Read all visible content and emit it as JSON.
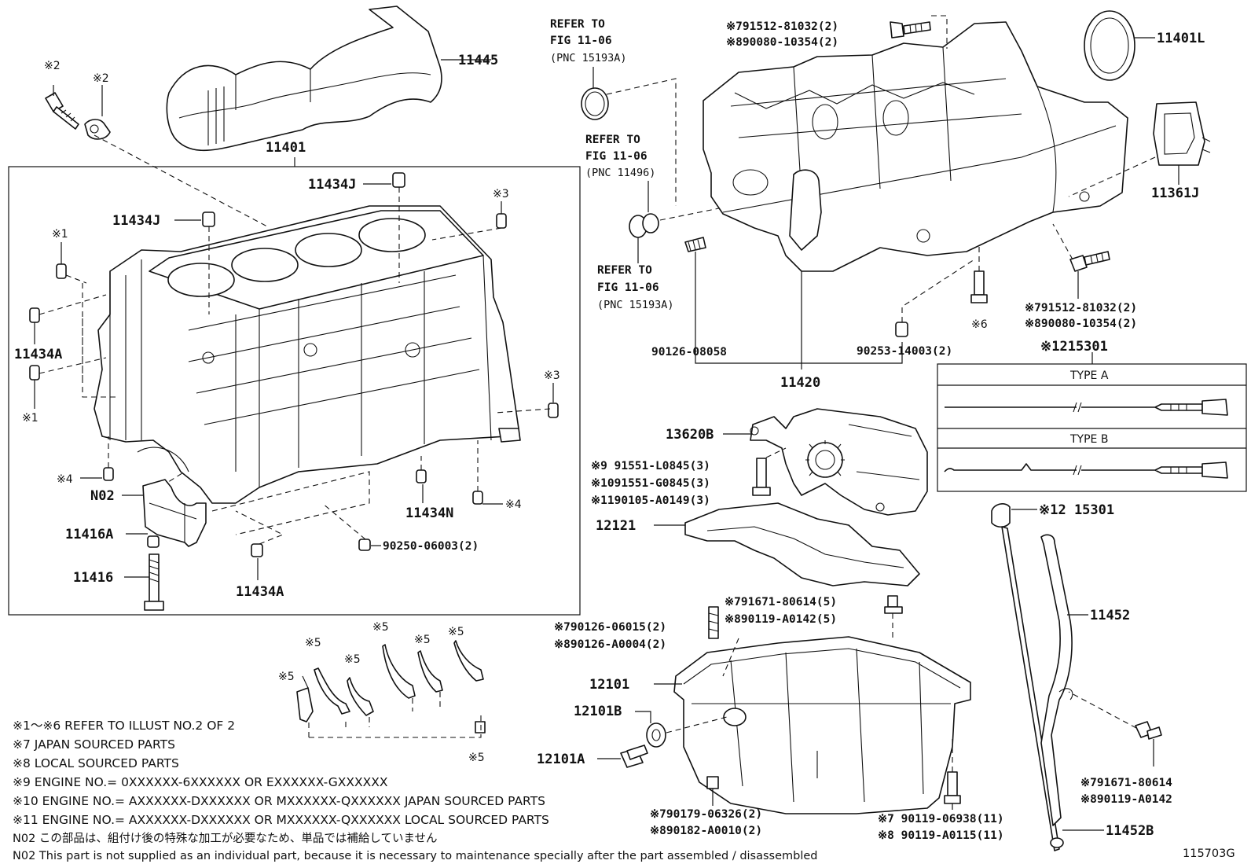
{
  "labels": {
    "p11445": "11445",
    "p11401": "11401",
    "p11434J_1": "11434J",
    "p11434J_2": "11434J",
    "p11434A_1": "11434A",
    "p11434A_2": "11434A",
    "p11434N": "11434N",
    "pN02": "N02",
    "p11416A": "11416A",
    "p11416": "11416",
    "p90250": "90250-06003(2)",
    "p11401L": "11401L",
    "p11361J": "11361J",
    "p11420": "11420",
    "p90126_08058": "90126-08058",
    "p90253": "90253-14003(2)",
    "p13620B": "13620B",
    "p12121": "12121",
    "p12101": "12101",
    "p12101B": "12101B",
    "p12101A": "12101A",
    "p11452": "11452",
    "p11452B": "11452B",
    "p15301_a": "※1215301",
    "p15301_b": "※12 15301",
    "bolt_top_1": "※791512-81032(2)",
    "bolt_top_2": "※890080-10354(2)",
    "bolt_mid_1": "※791512-81032(2)",
    "bolt_mid_2": "※890080-10354(2)",
    "pump_1": "※9 91551-L0845(3)",
    "pump_2": "※1091551-G0845(3)",
    "pump_3": "※1190105-A0149(3)",
    "pan_bolt_1": "※791671-80614(5)",
    "pan_bolt_2": "※890119-A0142(5)",
    "stud_1": "※790126-06015(2)",
    "stud_2": "※890126-A0004(2)",
    "drain_1": "※790179-06326(2)",
    "drain_2": "※890182-A0010(2)",
    "pan_b_1": "※7 90119-06938(11)",
    "pan_b_2": "※8 90119-A0115(11)",
    "guide_1": "※791671-80614",
    "guide_2": "※890119-A0142"
  },
  "refs": {
    "r1": [
      "REFER TO",
      "FIG 11-06",
      "(PNC 15193A)"
    ],
    "r2": [
      "REFER TO",
      "FIG 11-06",
      "(PNC 11496)"
    ],
    "r3": [
      "REFER TO",
      "FIG 11-06",
      "(PNC 15193A)"
    ]
  },
  "marks": {
    "m2a": "※2",
    "m2b": "※2",
    "m3a": "※3",
    "m3b": "※3",
    "m1a": "※1",
    "m1b": "※1",
    "m4a": "※4",
    "m4b": "※4",
    "m6": "※6",
    "m5a": "※5",
    "m5b": "※5",
    "m5c": "※5",
    "m5d": "※5",
    "m5e": "※5",
    "m5f": "※5",
    "m5g": "※5"
  },
  "type_box": {
    "type_a": "TYPE A",
    "type_b": "TYPE B"
  },
  "notes": [
    "※1～※6  REFER TO ILLUST NO.2 OF 2",
    "※7 JAPAN SOURCED PARTS",
    "※8 LOCAL SOURCED PARTS",
    "※9   ENGINE NO.= 0XXXXXX-6XXXXXX OR EXXXXXX-GXXXXXX",
    "※10 ENGINE NO.= AXXXXXX-DXXXXXX OR MXXXXXX-QXXXXXX JAPAN SOURCED PARTS",
    "※11 ENGINE NO.= AXXXXXX-DXXXXXX OR MXXXXXX-QXXXXXX LOCAL SOURCED PARTS",
    "N02  この部品は、組付け後の特殊な加工が必要なため、単品では補給していません",
    "N02  This part is not supplied as an individual part, because it is necessary to maintenance specially after the part assembled / disassembled"
  ],
  "illustration_id": "115703G"
}
